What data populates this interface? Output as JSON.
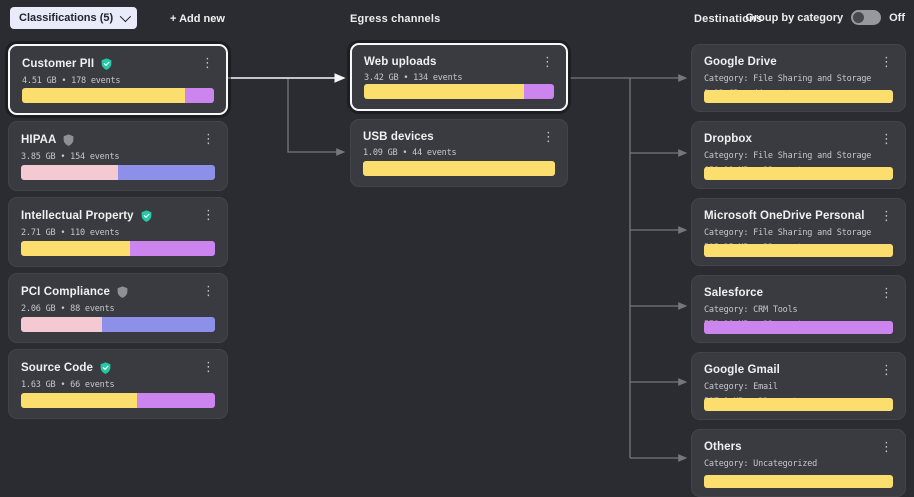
{
  "palette": {
    "yellow": "#fbde6e",
    "purple": "#cc85ee",
    "pink": "#f5c9d1",
    "periwinkle": "#8c90e8",
    "wire_selected": "#f5f6f7",
    "wire_default": "#75777f",
    "shield_verified": "#25c9a5",
    "shield_muted": "#8e9096"
  },
  "header": {
    "classifications_dropdown": "Classifications (5)",
    "add_new": "+ Add new",
    "egress_header": "Egress channels",
    "destinations_header": "Destinations",
    "group_by_label": "Group by category",
    "toggle_state": "Off"
  },
  "classifications": {
    "items": [
      {
        "title": "Customer PII",
        "shield": "verified",
        "metric": "4.51 GB • 178 events",
        "selected": true,
        "bar": [
          {
            "color": "yellow",
            "pct": 85
          },
          {
            "color": "purple",
            "pct": 15
          }
        ]
      },
      {
        "title": "HIPAA",
        "shield": "muted",
        "metric": "3.85 GB • 154 events",
        "bar": [
          {
            "color": "pink",
            "pct": 50
          },
          {
            "color": "periwinkle",
            "pct": 50
          }
        ]
      },
      {
        "title": "Intellectual Property",
        "shield": "verified",
        "metric": "2.71 GB • 110 events",
        "bar": [
          {
            "color": "yellow",
            "pct": 56
          },
          {
            "color": "purple",
            "pct": 44
          }
        ]
      },
      {
        "title": "PCI Compliance",
        "shield": "muted",
        "metric": "2.06 GB • 88 events",
        "bar": [
          {
            "color": "pink",
            "pct": 42
          },
          {
            "color": "periwinkle",
            "pct": 58
          }
        ]
      },
      {
        "title": "Source Code",
        "shield": "verified",
        "metric": "1.63 GB • 66 events",
        "bar": [
          {
            "color": "yellow",
            "pct": 60
          },
          {
            "color": "purple",
            "pct": 40
          }
        ]
      }
    ]
  },
  "egress": {
    "items": [
      {
        "title": "Web uploads",
        "metric": "3.42 GB • 134 events",
        "selected": true,
        "bar": [
          {
            "color": "yellow",
            "pct": 84
          },
          {
            "color": "purple",
            "pct": 16
          }
        ]
      },
      {
        "title": "USB devices",
        "metric": "1.09 GB • 44 events",
        "bar": [
          {
            "color": "yellow",
            "pct": 100
          }
        ]
      }
    ]
  },
  "destinations": {
    "items": [
      {
        "title": "Google Drive",
        "category": "Category: File Sharing and Storage",
        "metric": "1.12 GB • 44 events",
        "bar": [
          {
            "color": "yellow",
            "pct": 100
          }
        ]
      },
      {
        "title": "Dropbox",
        "category": "Category: File Sharing and Storage",
        "metric": "658.99 MB • 22 events",
        "bar": [
          {
            "color": "yellow",
            "pct": 100
          }
        ]
      },
      {
        "title": "Microsoft OneDrive Personal",
        "category": "Category: File Sharing and Storage",
        "metric": "595.35 MB • 22 events",
        "bar": [
          {
            "color": "yellow",
            "pct": 100
          }
        ]
      },
      {
        "title": "Salesforce",
        "category": "Category: CRM Tools",
        "metric": "578.91 MB • 22 events",
        "bar": [
          {
            "color": "purple",
            "pct": 100
          }
        ]
      },
      {
        "title": "Google Gmail",
        "category": "Category: Email",
        "metric": "527.1 MB • 22 events",
        "bar": [
          {
            "color": "yellow",
            "pct": 100
          }
        ]
      },
      {
        "title": "Others",
        "category": "Category: Uncategorized",
        "metric": "",
        "bar": [
          {
            "color": "yellow",
            "pct": 100
          }
        ]
      }
    ]
  }
}
